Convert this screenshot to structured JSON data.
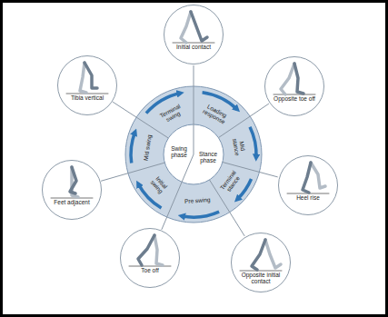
{
  "diagram": {
    "nodes": [
      {
        "text": [
          "Initial contact"
        ]
      },
      {
        "text": [
          "Opposite toe off"
        ]
      },
      {
        "text": [
          "Heel rise"
        ]
      },
      {
        "text": [
          "Opposite initial contact"
        ]
      },
      {
        "text": [
          "Toe off"
        ]
      },
      {
        "text": [
          "Feet adjacent"
        ]
      },
      {
        "text": [
          "Tibia vertical"
        ]
      },
      {
        "text": [
          "Loading response"
        ]
      },
      {
        "text": [
          "Mid stance"
        ]
      },
      {
        "text": [
          "Terminal stance"
        ]
      },
      {
        "text": [
          "Pre swing"
        ]
      },
      {
        "text": [
          "Initial swing"
        ]
      },
      {
        "text": [
          "Mid swing"
        ]
      },
      {
        "text": [
          "Terminal swing"
        ]
      },
      {
        "text": [
          "Stance phase"
        ]
      },
      {
        "text": [
          "Swing phase"
        ]
      }
    ]
  }
}
